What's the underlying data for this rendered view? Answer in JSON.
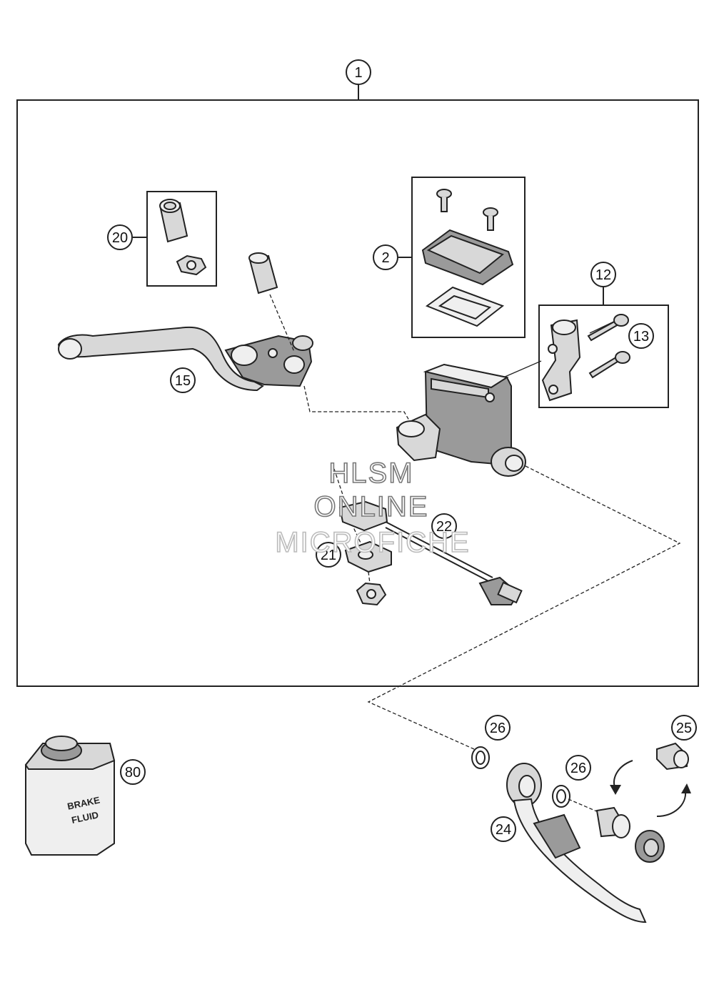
{
  "callouts": {
    "c1": "1",
    "c2": "2",
    "c12": "12",
    "c13": "13",
    "c15": "15",
    "c20": "20",
    "c21": "21",
    "c22": "22",
    "c24": "24",
    "c25": "25",
    "c26a": "26",
    "c26b": "26",
    "c80": "80"
  },
  "watermark": {
    "line1": "HLSM",
    "line2": "ONLINE",
    "line3": "MICROFICHE"
  },
  "can_label": {
    "line1": "BRAKE",
    "line2": "FLUID"
  }
}
